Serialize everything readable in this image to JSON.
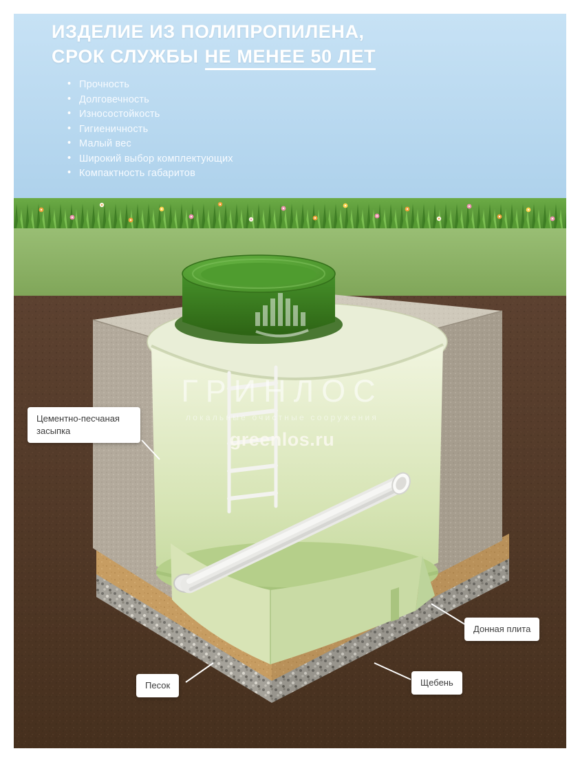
{
  "header": {
    "title_line1": "ИЗДЕЛИЕ ИЗ ПОЛИПРОПИЛЕНА,",
    "title_line2_prefix": "СРОК СЛУЖБЫ",
    "title_line2_underline": "НЕ МЕНЕЕ 50 ЛЕТ"
  },
  "features": {
    "items": [
      "Прочность",
      "Долговечность",
      "Износостойкость",
      "Гигиеничность",
      "Малый вес",
      "Широкий выбор комплектующих",
      "Компактность габаритов"
    ]
  },
  "watermark": {
    "brand": "ГРИНЛОС",
    "tagline": "локальные очистные сооружения",
    "website": "greenlos.ru",
    "icon": "crown-icon"
  },
  "diagram_labels": {
    "backfill": "Цементно-песчаная засыпка",
    "bottom_plate": "Донная плита",
    "sand": "Песок",
    "gravel": "Щебень"
  },
  "colors": {
    "sky": "#b6d8ef",
    "grass": "#5d9c39",
    "ground": "#8eb368",
    "soil": "#50382a",
    "concrete": "#b3aa9c",
    "tank_interior": "#dde9c0",
    "lid_green": "#4a9429",
    "sand": "#c79d62",
    "gravel": "#a5a29a",
    "title_text": "#ffffff",
    "label_text": "#3b3b3b"
  }
}
